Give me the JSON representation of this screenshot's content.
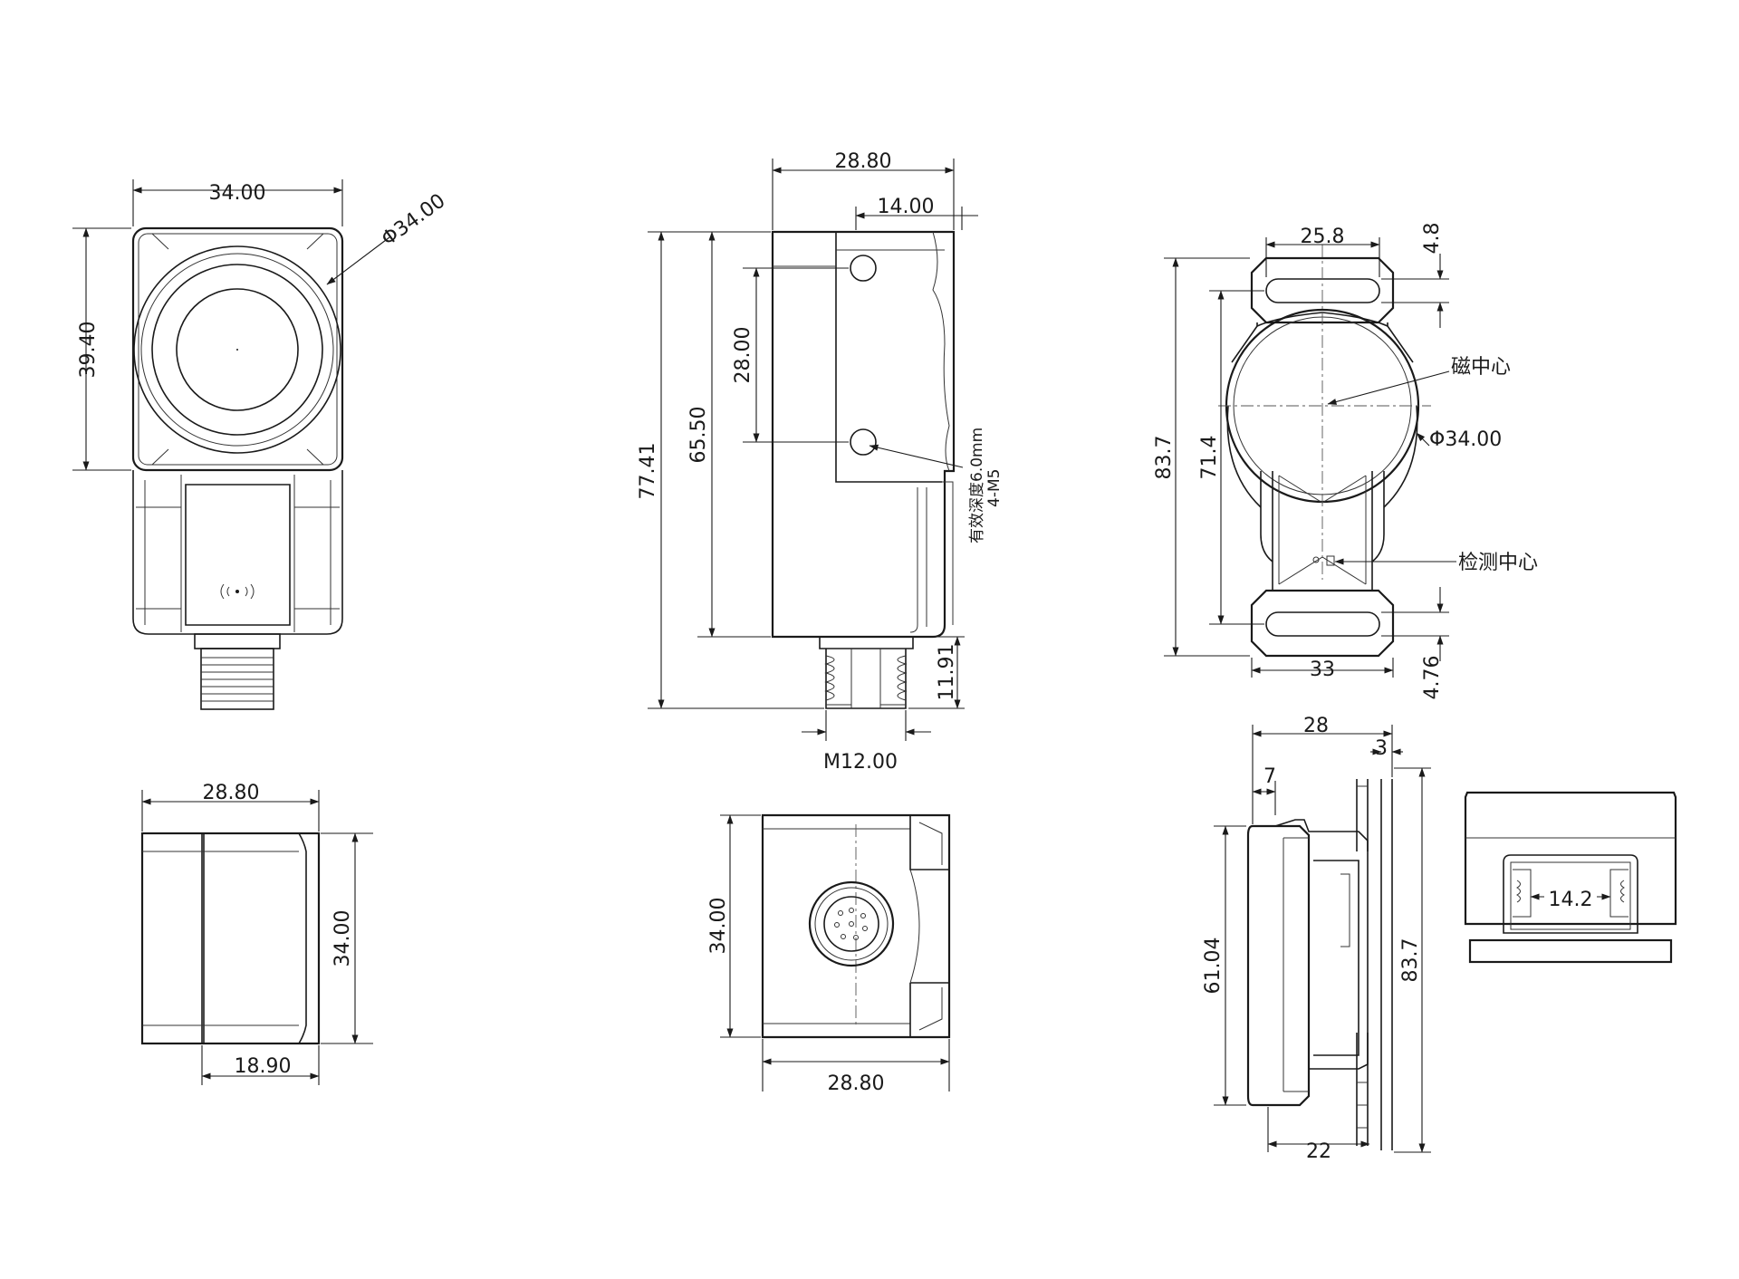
{
  "views": {
    "front": {
      "width": "34.00",
      "height": "39.40",
      "diameter": "Φ34.00"
    },
    "side": {
      "top_width": "28.80",
      "bracket_width": "14.00",
      "hole_spacing": "28.00",
      "body_height": "65.50",
      "total_height": "77.41",
      "connector_length": "11.91",
      "connector_thread": "M12.00",
      "hole_note_depth": "有效深度6.0mm",
      "hole_note_thread": "4-M5"
    },
    "mount_front": {
      "plate_slot_width": "25.8",
      "slot_height_top": "4.8",
      "magnet_center_label": "磁中心",
      "diameter": "Φ34.00",
      "total_height": "83.7",
      "inner_height": "71.4",
      "detect_center_label": "检测中心",
      "bottom_width": "33",
      "slot_height_bottom": "4.76"
    },
    "top_view": {
      "width": "28.80",
      "lower_width": "18.90",
      "height": "34.00"
    },
    "bottom_view": {
      "height": "34.00",
      "width": "28.80"
    },
    "mount_side": {
      "depth": "28",
      "plate_thickness": "3",
      "offset": "7",
      "height": "61.04",
      "total_height": "83.7",
      "base_width": "22"
    },
    "mount_top": {
      "width": "14.2"
    }
  }
}
